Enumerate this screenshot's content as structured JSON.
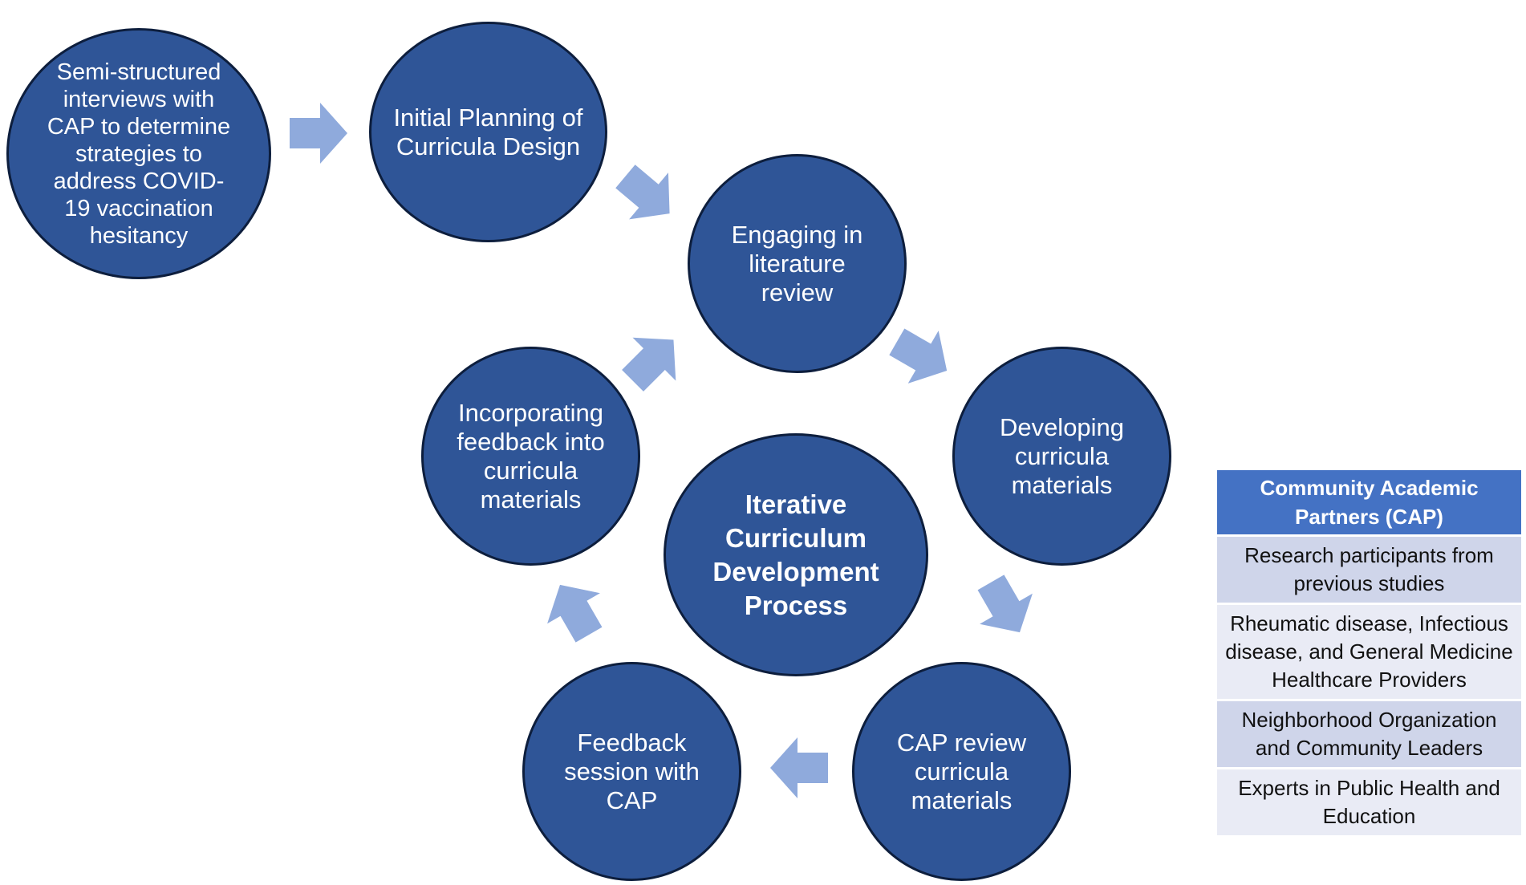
{
  "diagram": {
    "nodes": [
      {
        "id": "interviews",
        "label": "Semi-structured interviews with CAP to determine strategies to address COVID-19 vaccination hesitancy"
      },
      {
        "id": "planning",
        "label": "Initial Planning of Curricula Design"
      },
      {
        "id": "literature",
        "label": "Engaging in literature review"
      },
      {
        "id": "developing",
        "label": "Developing curricula materials"
      },
      {
        "id": "cap-review",
        "label": "CAP review curricula materials"
      },
      {
        "id": "feedback-session",
        "label": "Feedback session with CAP"
      },
      {
        "id": "incorporating",
        "label": "Incorporating feedback into curricula materials"
      },
      {
        "id": "center",
        "label": "Iterative Curriculum Development Process"
      }
    ],
    "edges": [
      {
        "from": "interviews",
        "to": "planning"
      },
      {
        "from": "planning",
        "to": "literature"
      },
      {
        "from": "literature",
        "to": "developing"
      },
      {
        "from": "developing",
        "to": "cap-review"
      },
      {
        "from": "cap-review",
        "to": "feedback-session"
      },
      {
        "from": "feedback-session",
        "to": "incorporating"
      },
      {
        "from": "incorporating",
        "to": "literature"
      }
    ],
    "colors": {
      "node_fill": "#2f5597",
      "node_border": "#0d1e3d",
      "arrow_fill": "#8faadc",
      "table_header": "#4472c4",
      "table_row_dark": "#cfd5ea",
      "table_row_light": "#e9ebf5"
    }
  },
  "cap_table": {
    "header": "Community Academic Partners (CAP)",
    "rows": [
      "Research participants from previous studies",
      "Rheumatic disease, Infectious disease, and General Medicine Healthcare Providers",
      "Neighborhood Organization and Community Leaders",
      "Experts in Public Health and Education"
    ]
  }
}
